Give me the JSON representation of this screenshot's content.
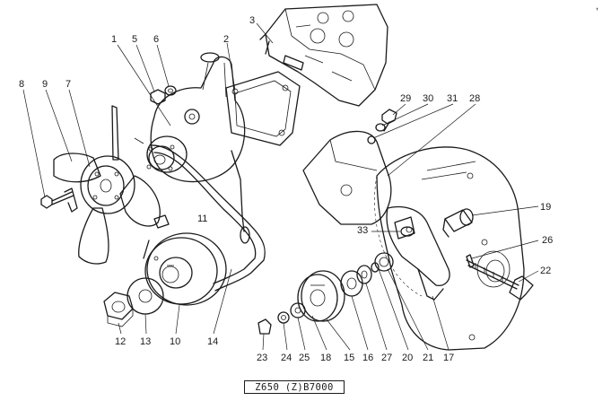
{
  "diagram_code": "Z650 (Z)B7000",
  "callouts": [
    "1",
    "2",
    "3",
    "5",
    "6",
    "7",
    "8",
    "9",
    "11",
    "12",
    "13",
    "10",
    "14",
    "19",
    "22",
    "23",
    "24",
    "25",
    "26",
    "28",
    "29",
    "30",
    "31",
    "33",
    "15",
    "16",
    "17",
    "18",
    "20",
    "21",
    "27"
  ],
  "extra_text": {
    "corner_mark": ","
  }
}
